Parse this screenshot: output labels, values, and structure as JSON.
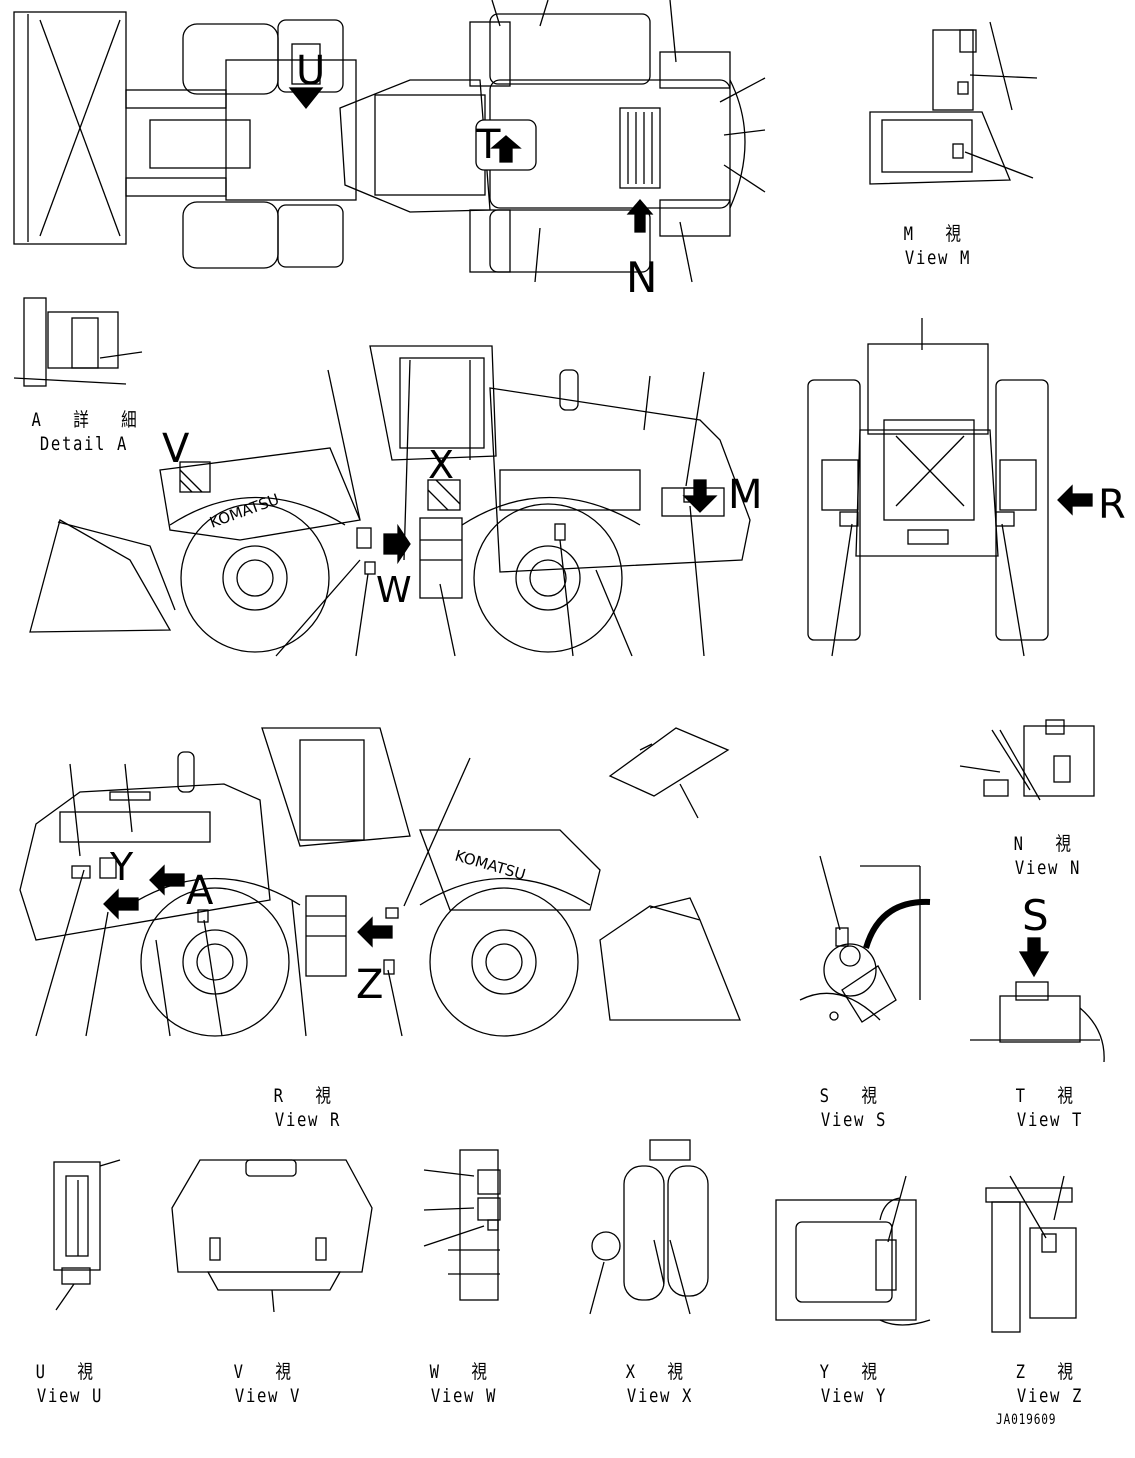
{
  "drawing_code": "JA019609",
  "brand_text": "KOMATSU",
  "views": {
    "M": {
      "letter": "M",
      "jp": "M 視",
      "en": "View M"
    },
    "N": {
      "letter": "N",
      "jp": "N 視",
      "en": "View N"
    },
    "R": {
      "letter": "R",
      "jp": "R 視",
      "en": "View R"
    },
    "S": {
      "letter": "S",
      "jp": "S 視",
      "en": "View S"
    },
    "T": {
      "letter": "T",
      "jp": "T 視",
      "en": "View T"
    },
    "U": {
      "letter": "U",
      "jp": "U 視",
      "en": "View U"
    },
    "V": {
      "letter": "V",
      "jp": "V 視",
      "en": "View V"
    },
    "W": {
      "letter": "W",
      "jp": "W 視",
      "en": "View W"
    },
    "X": {
      "letter": "X",
      "jp": "X 視",
      "en": "View X"
    },
    "Y": {
      "letter": "Y",
      "jp": "Y 視",
      "en": "View Y"
    },
    "Z": {
      "letter": "Z",
      "jp": "Z 視",
      "en": "View Z"
    }
  },
  "detail_a": {
    "letter": "A",
    "jp": "A 詳 細",
    "en": "Detail A"
  }
}
